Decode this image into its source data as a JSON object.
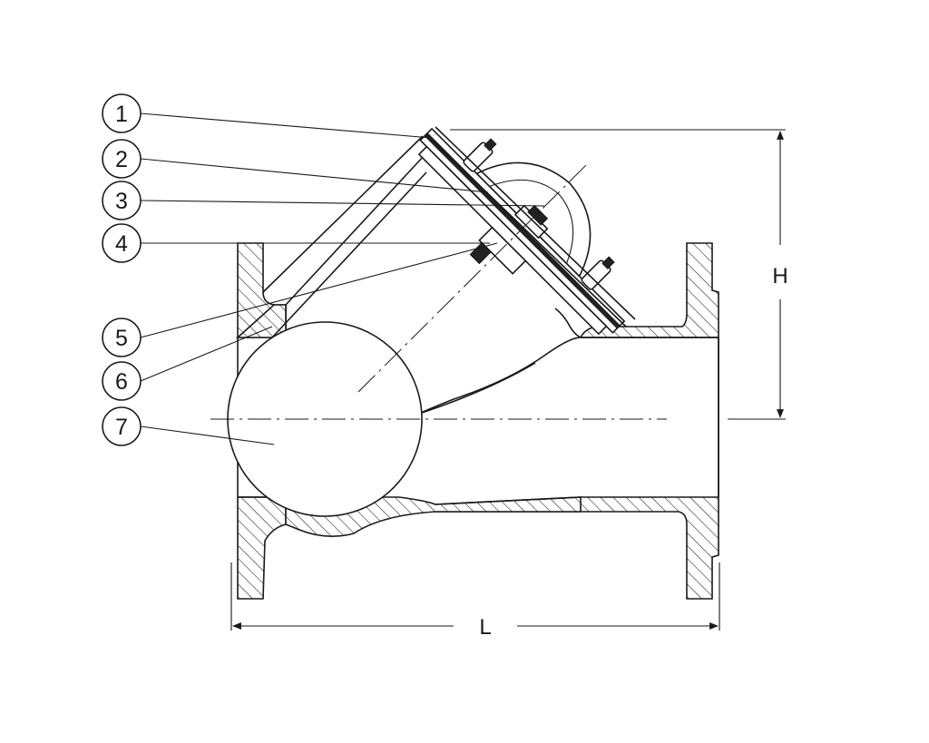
{
  "callouts": [
    {
      "number": "1"
    },
    {
      "number": "2"
    },
    {
      "number": "3"
    },
    {
      "number": "4"
    },
    {
      "number": "5"
    },
    {
      "number": "6"
    },
    {
      "number": "7"
    }
  ],
  "dimensions": {
    "height_label": "H",
    "length_label": "L"
  }
}
